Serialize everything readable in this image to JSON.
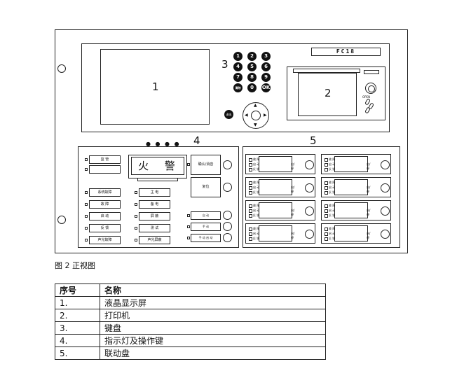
{
  "model": "FC18",
  "callouts": [
    "1",
    "2",
    "3",
    "4",
    "5"
  ],
  "keypad": {
    "keys": [
      "1",
      "2",
      "3",
      "4",
      "5",
      "6",
      "7",
      "8",
      "9",
      "清除",
      "0",
      "OK"
    ],
    "function_key": "退出"
  },
  "printer": {
    "open_label": "OPEN"
  },
  "section4": {
    "dots": "● ● ● ●",
    "fire_alarm": "火 警",
    "top_indicators": [
      "监 管",
      ""
    ],
    "left_indicators": [
      "系统故障",
      "故 障",
      "启 动",
      "反 馈",
      "声光故障"
    ],
    "mid_indicators": [
      "主 电",
      "备 电",
      "屏 蔽",
      "测 试",
      "声光屏蔽"
    ],
    "big_buttons": [
      "确认/消音",
      "复位"
    ],
    "right_buttons": [
      "自 动",
      "手 动",
      "手 动 启 动"
    ]
  },
  "section5": {
    "status_lines": [
      "故 障",
      "启 动",
      "反 馈"
    ],
    "button_label": "启/停",
    "count": 8
  },
  "caption": "图 2   正视图",
  "legend": {
    "headers": [
      "序号",
      "名称"
    ],
    "rows": [
      [
        "1.",
        "液晶显示屏"
      ],
      [
        "2.",
        "打印机"
      ],
      [
        "3.",
        "键盘"
      ],
      [
        "4.",
        "指示灯及操作键"
      ],
      [
        "5.",
        "联动盘"
      ]
    ]
  }
}
